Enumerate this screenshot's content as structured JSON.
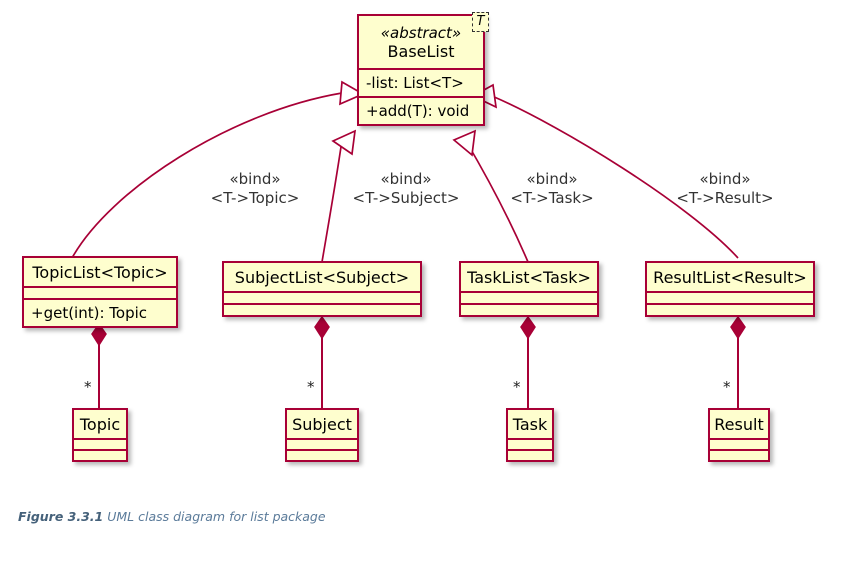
{
  "figure": {
    "number": "Figure 3.3.1",
    "caption": "UML class diagram for list package",
    "caption_color": "#5B7B9A"
  },
  "theme": {
    "class_fill": "#FEFECE",
    "class_border": "#A80036",
    "line_color": "#A80036",
    "text_color": "#000000",
    "label_color": "#333333",
    "background": "#FFFFFF"
  },
  "diagram": {
    "type": "uml-class-diagram",
    "package": "list"
  },
  "classes": {
    "base_list": {
      "stereotype": "«abstract»",
      "name": "BaseList",
      "type_parameter": "T",
      "attributes": [
        "-list: List<T>"
      ],
      "operations": [
        "+add(T): void"
      ]
    },
    "topic_list": {
      "name": "TopicList<Topic>",
      "attributes": [],
      "operations": [
        "+get(int): Topic"
      ]
    },
    "subject_list": {
      "name": "SubjectList<Subject>",
      "attributes": [],
      "operations": []
    },
    "task_list": {
      "name": "TaskList<Task>",
      "attributes": [],
      "operations": []
    },
    "result_list": {
      "name": "ResultList<Result>",
      "attributes": [],
      "operations": []
    },
    "topic": {
      "name": "Topic",
      "attributes": [],
      "operations": []
    },
    "subject": {
      "name": "Subject",
      "attributes": [],
      "operations": []
    },
    "task": {
      "name": "Task",
      "attributes": [],
      "operations": []
    },
    "result": {
      "name": "Result",
      "attributes": [],
      "operations": []
    }
  },
  "bindings": [
    {
      "id": "topic",
      "stereotype": "«bind»",
      "parameters": "<T->Topic>",
      "from": "TopicList<Topic>",
      "to": "BaseList"
    },
    {
      "id": "subject",
      "stereotype": "«bind»",
      "parameters": "<T->Subject>",
      "from": "SubjectList<Subject>",
      "to": "BaseList"
    },
    {
      "id": "task",
      "stereotype": "«bind»",
      "parameters": "<T->Task>",
      "from": "TaskList<Task>",
      "to": "BaseList"
    },
    {
      "id": "result",
      "stereotype": "«bind»",
      "parameters": "<T->Result>",
      "from": "ResultList<Result>",
      "to": "BaseList"
    }
  ],
  "compositions": [
    {
      "id": "topic",
      "owner": "TopicList<Topic>",
      "part": "Topic",
      "multiplicity": "*"
    },
    {
      "id": "subject",
      "owner": "SubjectList<Subject>",
      "part": "Subject",
      "multiplicity": "*"
    },
    {
      "id": "task",
      "owner": "TaskList<Task>",
      "part": "Task",
      "multiplicity": "*"
    },
    {
      "id": "result",
      "owner": "ResultList<Result>",
      "part": "Result",
      "multiplicity": "*"
    }
  ]
}
